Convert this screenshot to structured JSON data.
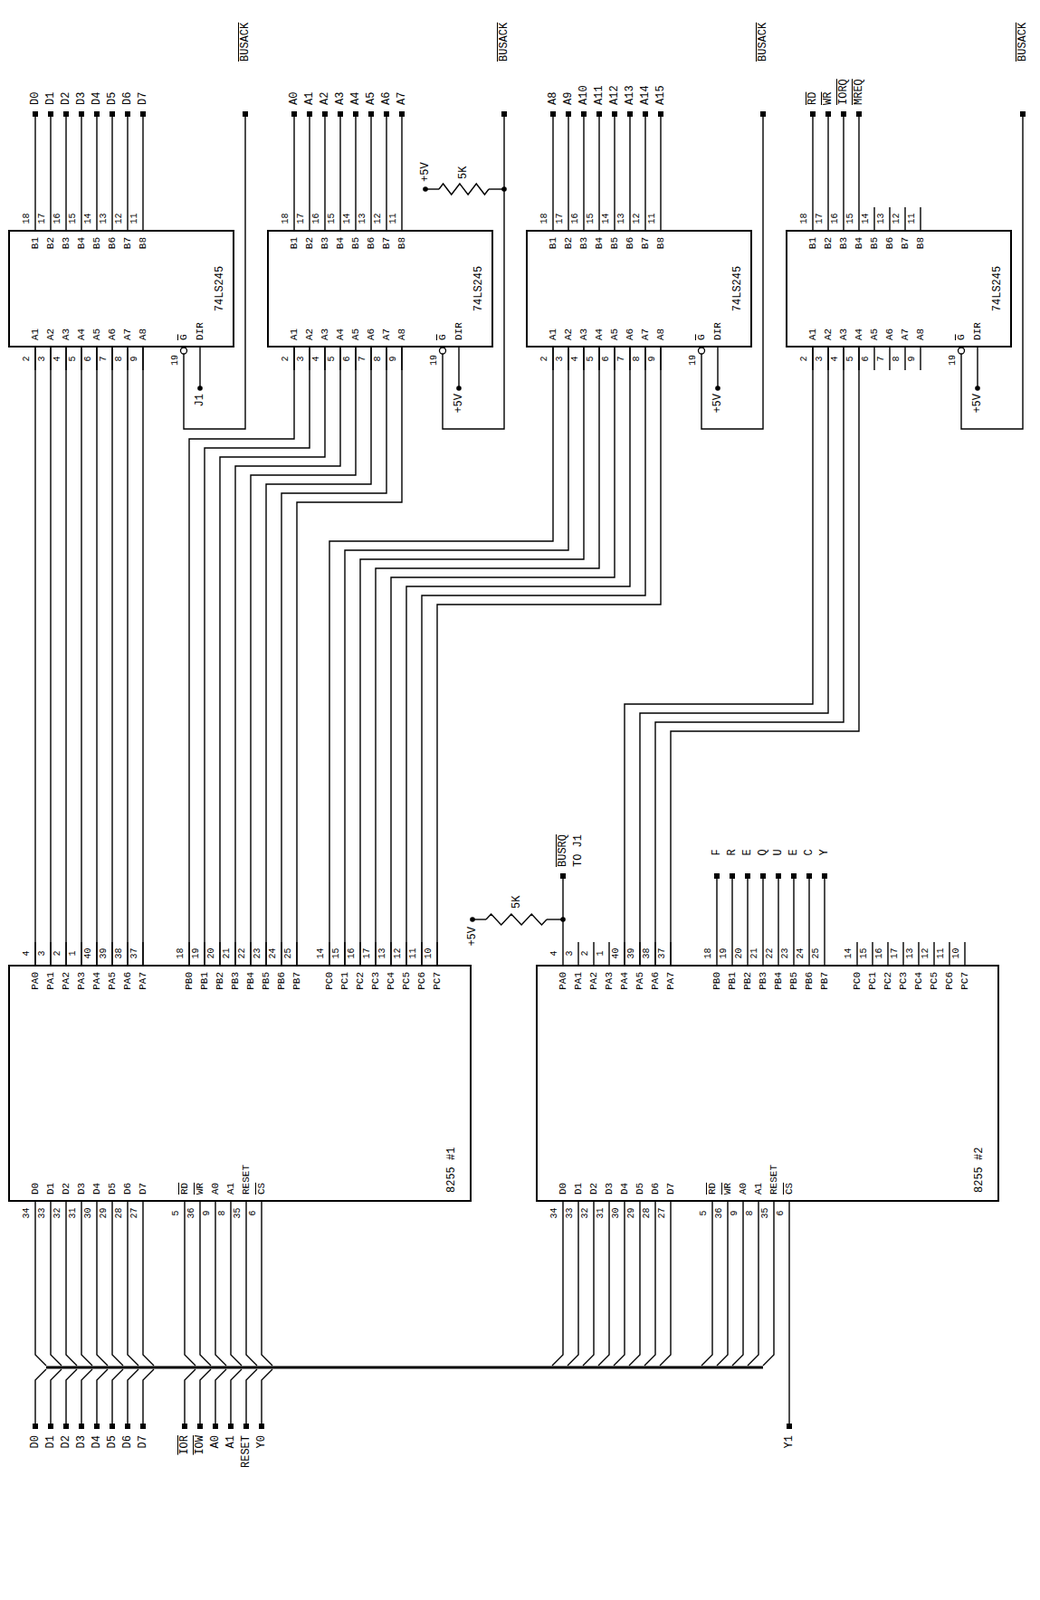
{
  "diagram": {
    "nodes": [
      {
        "text": [
          "8255 #1",
          "D0",
          "D1",
          "D2",
          "D3",
          "D4",
          "D5",
          "D6",
          "D7",
          "RD",
          "WR",
          "A0",
          "A1",
          "RESET",
          "CS",
          "PA0",
          "PA1",
          "PA2",
          "PA3",
          "PA4",
          "PA5",
          "PA6",
          "PA7",
          "PB0",
          "PB1",
          "PB2",
          "PB3",
          "PB4",
          "PB5",
          "PB6",
          "PB7",
          "PC0",
          "PC1",
          "PC2",
          "PC3",
          "PC4",
          "PC5",
          "PC6",
          "PC7"
        ]
      },
      {
        "text": [
          "8255 #2",
          "D0",
          "D1",
          "D2",
          "D3",
          "D4",
          "D5",
          "D6",
          "D7",
          "RD",
          "WR",
          "A0",
          "A1",
          "RESET",
          "CS",
          "PA0",
          "PA1",
          "PA2",
          "PA3",
          "PA4",
          "PA5",
          "PA6",
          "PA7",
          "PB0",
          "PB1",
          "PB2",
          "PB3",
          "PB4",
          "PB5",
          "PB6",
          "PB7",
          "PC0",
          "PC1",
          "PC2",
          "PC3",
          "PC4",
          "PC5",
          "PC6",
          "PC7"
        ]
      },
      {
        "text": [
          "74LS245",
          "A1",
          "A2",
          "A3",
          "A4",
          "A5",
          "A6",
          "A7",
          "A8",
          "B1",
          "B2",
          "B3",
          "B4",
          "B5",
          "B6",
          "B7",
          "B8",
          "G",
          "DIR"
        ]
      },
      {
        "text": [
          "74LS245",
          "A1",
          "A2",
          "A3",
          "A4",
          "A5",
          "A6",
          "A7",
          "A8",
          "B1",
          "B2",
          "B3",
          "B4",
          "B5",
          "B6",
          "B7",
          "B8",
          "G",
          "DIR"
        ]
      },
      {
        "text": [
          "74LS245",
          "A1",
          "A2",
          "A3",
          "A4",
          "A5",
          "A6",
          "A7",
          "A8",
          "B1",
          "B2",
          "B3",
          "B4",
          "B5",
          "B6",
          "B7",
          "B8",
          "G",
          "DIR"
        ]
      },
      {
        "text": [
          "74LS245",
          "A1",
          "A2",
          "A3",
          "A4",
          "A5",
          "A6",
          "A7",
          "A8",
          "B1",
          "B2",
          "B3",
          "B4",
          "B5",
          "B6",
          "B7",
          "B8",
          "G",
          "DIR"
        ]
      }
    ],
    "edges": [
      {
        "from": 0,
        "to": 2,
        "arrow": "none"
      },
      {
        "from": 0,
        "to": 2,
        "arrow": "none"
      },
      {
        "from": 0,
        "to": 2,
        "arrow": "none"
      },
      {
        "from": 0,
        "to": 2,
        "arrow": "none"
      },
      {
        "from": 0,
        "to": 2,
        "arrow": "none"
      },
      {
        "from": 0,
        "to": 2,
        "arrow": "none"
      },
      {
        "from": 0,
        "to": 2,
        "arrow": "none"
      },
      {
        "from": 0,
        "to": 2,
        "arrow": "none"
      },
      {
        "from": 0,
        "to": 3,
        "arrow": "none"
      },
      {
        "from": 0,
        "to": 3,
        "arrow": "none"
      },
      {
        "from": 0,
        "to": 3,
        "arrow": "none"
      },
      {
        "from": 0,
        "to": 3,
        "arrow": "none"
      },
      {
        "from": 0,
        "to": 3,
        "arrow": "none"
      },
      {
        "from": 0,
        "to": 3,
        "arrow": "none"
      },
      {
        "from": 0,
        "to": 3,
        "arrow": "none"
      },
      {
        "from": 0,
        "to": 3,
        "arrow": "none"
      },
      {
        "from": 0,
        "to": 4,
        "arrow": "none"
      },
      {
        "from": 0,
        "to": 4,
        "arrow": "none"
      },
      {
        "from": 0,
        "to": 4,
        "arrow": "none"
      },
      {
        "from": 0,
        "to": 4,
        "arrow": "none"
      },
      {
        "from": 0,
        "to": 4,
        "arrow": "none"
      },
      {
        "from": 0,
        "to": 4,
        "arrow": "none"
      },
      {
        "from": 0,
        "to": 4,
        "arrow": "none"
      },
      {
        "from": 0,
        "to": 4,
        "arrow": "none"
      },
      {
        "from": 1,
        "to": 5,
        "arrow": "none"
      },
      {
        "from": 1,
        "to": 5,
        "arrow": "none"
      },
      {
        "from": 1,
        "to": 5,
        "arrow": "none"
      },
      {
        "from": 1,
        "to": 5,
        "arrow": "none"
      }
    ],
    "labels": [
      "D0",
      "D1",
      "D2",
      "D3",
      "D4",
      "D5",
      "D6",
      "D7",
      "IOR",
      "IOW",
      "A0",
      "A1",
      "RESET",
      "Y0",
      "Y1",
      "34",
      "33",
      "32",
      "31",
      "30",
      "29",
      "28",
      "27",
      "5",
      "36",
      "9",
      "8",
      "35",
      "6",
      "4",
      "3",
      "2",
      "1",
      "40",
      "39",
      "38",
      "37",
      "18",
      "19",
      "20",
      "21",
      "22",
      "23",
      "24",
      "25",
      "14",
      "15",
      "16",
      "17",
      "13",
      "12",
      "11",
      "10",
      "34",
      "33",
      "32",
      "31",
      "30",
      "29",
      "28",
      "27",
      "5",
      "36",
      "9",
      "8",
      "35",
      "6",
      "4",
      "3",
      "2",
      "1",
      "40",
      "39",
      "38",
      "37",
      "18",
      "19",
      "20",
      "21",
      "22",
      "23",
      "24",
      "25",
      "14",
      "15",
      "16",
      "17",
      "13",
      "12",
      "11",
      "10",
      "2",
      "3",
      "4",
      "5",
      "6",
      "7",
      "8",
      "9",
      "18",
      "17",
      "16",
      "15",
      "14",
      "13",
      "12",
      "11",
      "19",
      "2",
      "3",
      "4",
      "5",
      "6",
      "7",
      "8",
      "9",
      "18",
      "17",
      "16",
      "15",
      "14",
      "13",
      "12",
      "11",
      "19",
      "2",
      "3",
      "4",
      "5",
      "6",
      "7",
      "8",
      "9",
      "18",
      "17",
      "16",
      "15",
      "14",
      "13",
      "12",
      "11",
      "19",
      "2",
      "3",
      "4",
      "5",
      "6",
      "7",
      "8",
      "9",
      "18",
      "17",
      "16",
      "15",
      "14",
      "13",
      "12",
      "11",
      "19",
      "D0",
      "D1",
      "D2",
      "D3",
      "D4",
      "D5",
      "D6",
      "D7",
      "BUSACK",
      "A0",
      "A1",
      "A2",
      "A3",
      "A4",
      "A5",
      "A6",
      "A7",
      "BUSACK",
      "A8",
      "A9",
      "A10",
      "A11",
      "A12",
      "A13",
      "A14",
      "A15",
      "BUSACK",
      "RD",
      "WR",
      "IORQ",
      "MREQ",
      "BUSACK",
      "J1",
      "+5V",
      "+5V",
      "+5V",
      "+5V",
      "5K",
      "+5V",
      "5K",
      "BUSRQ",
      "TO J1",
      "FREQUECY"
    ]
  }
}
